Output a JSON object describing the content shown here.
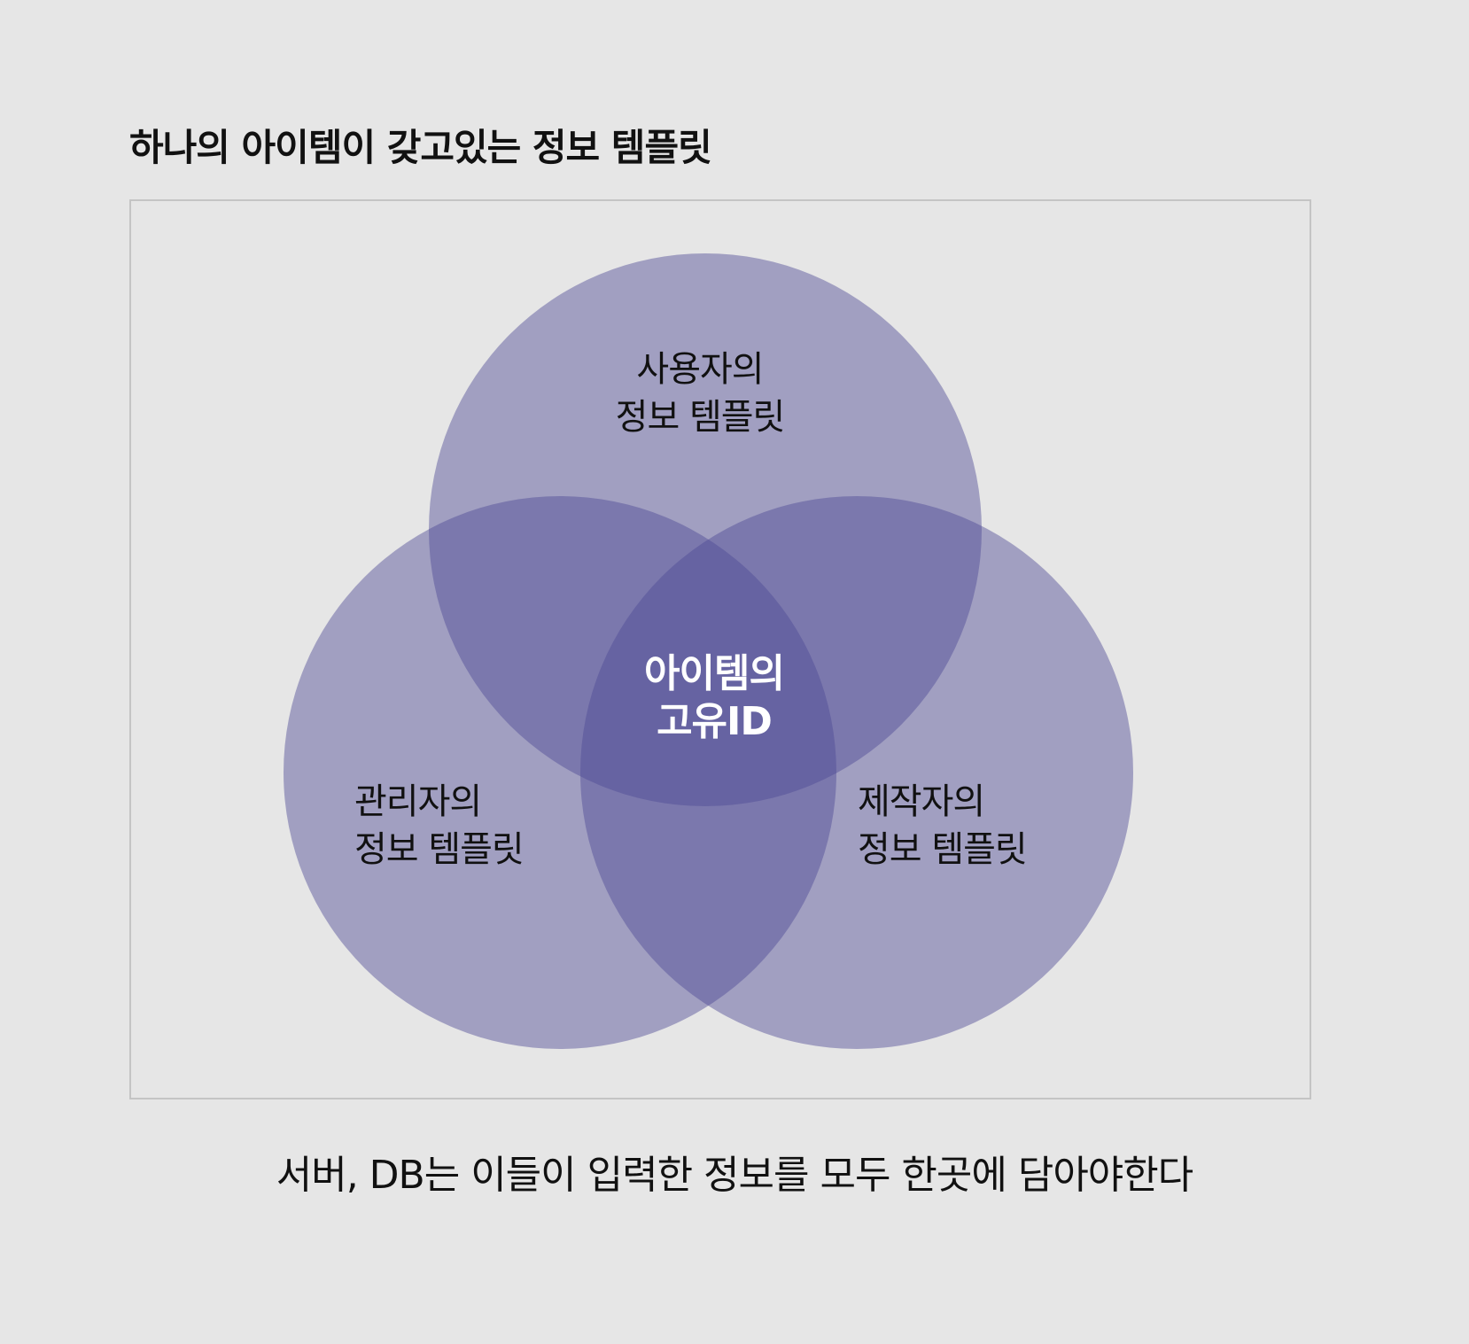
{
  "title": "하나의 아이템이 갖고있는 정보 템플릿",
  "colors": {
    "background": "#e6e6e6",
    "circle_fill": "#4e4a94",
    "region_text": "#111111",
    "center_text": "#ffffff",
    "frame_border": "#c4c4c4"
  },
  "venn": {
    "sets": [
      {
        "id": "user",
        "lines": [
          "사용자의",
          "정보 템플릿"
        ]
      },
      {
        "id": "admin",
        "lines": [
          "관리자의",
          "정보 템플릿"
        ]
      },
      {
        "id": "maker",
        "lines": [
          "제작자의",
          "정보 템플릿"
        ]
      }
    ],
    "intersection": {
      "lines": [
        "아이템의",
        "고유ID"
      ]
    }
  },
  "caption": "서버, DB는 이들이 입력한 정보를 모두 한곳에 담아야한다"
}
